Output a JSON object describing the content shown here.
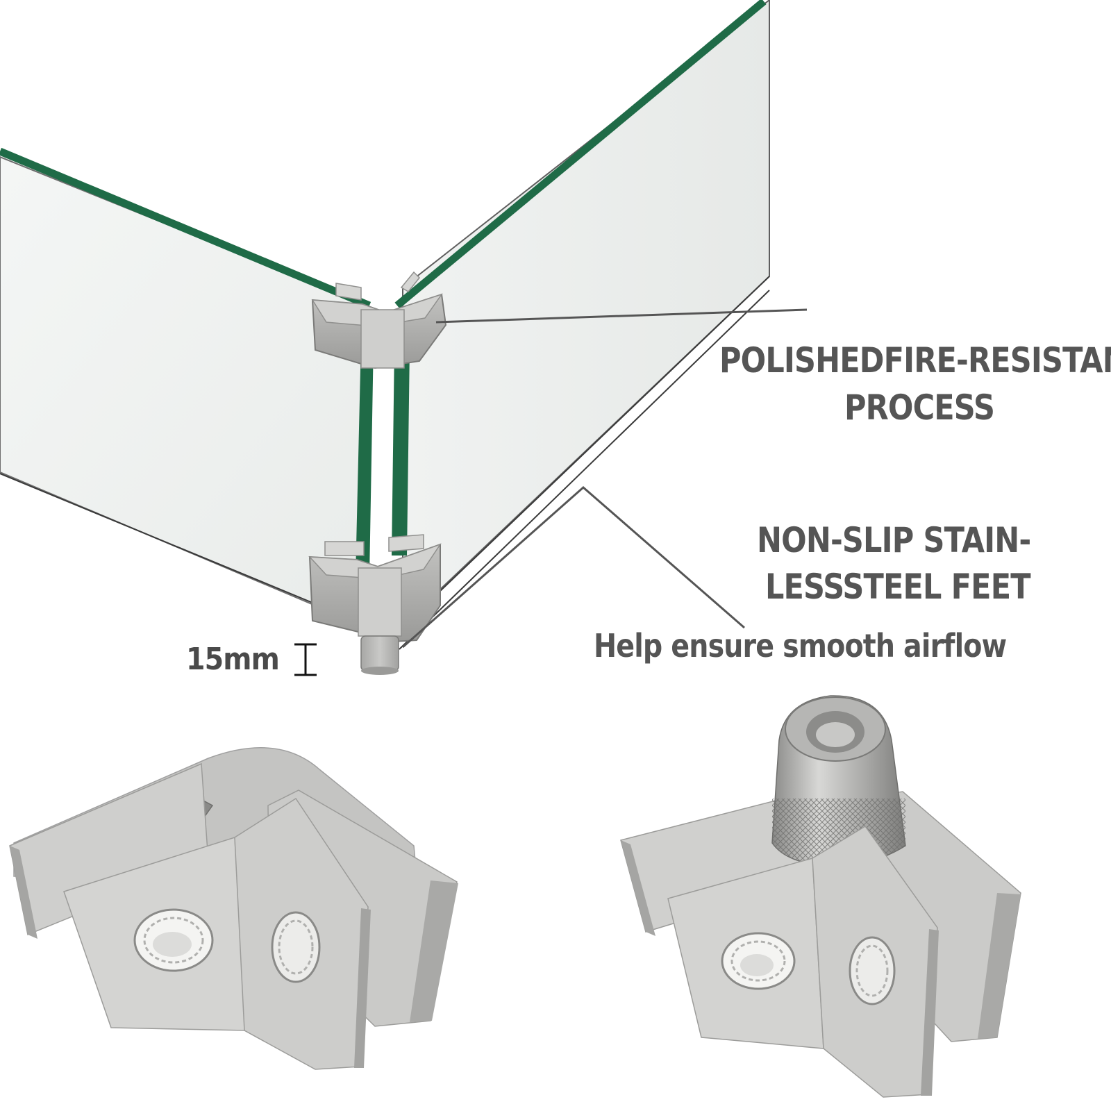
{
  "labels": {
    "glass_line1": "POLISHEDFIRE-RESISTANT",
    "glass_line2": "PROCESS",
    "feet_line1": "NON-SLIP STAIN-",
    "feet_line2": "LESSSTEEL FEET",
    "airflow": "Help ensure smooth airflow",
    "foot_height": "15mm"
  },
  "icons": {
    "height_marker": "i-beam-dimension-icon",
    "glass_corner": "glass-corner-illustration",
    "corner_clamp": "corner-clamp-photo",
    "foot_clamp": "foot-clamp-photo"
  },
  "colors": {
    "glass_edge": "#1f6b47",
    "glass_fill": "#eef1ef",
    "metal": "#b8b8b6",
    "metal_dark": "#8f8f8d",
    "label_text": "#555555"
  }
}
